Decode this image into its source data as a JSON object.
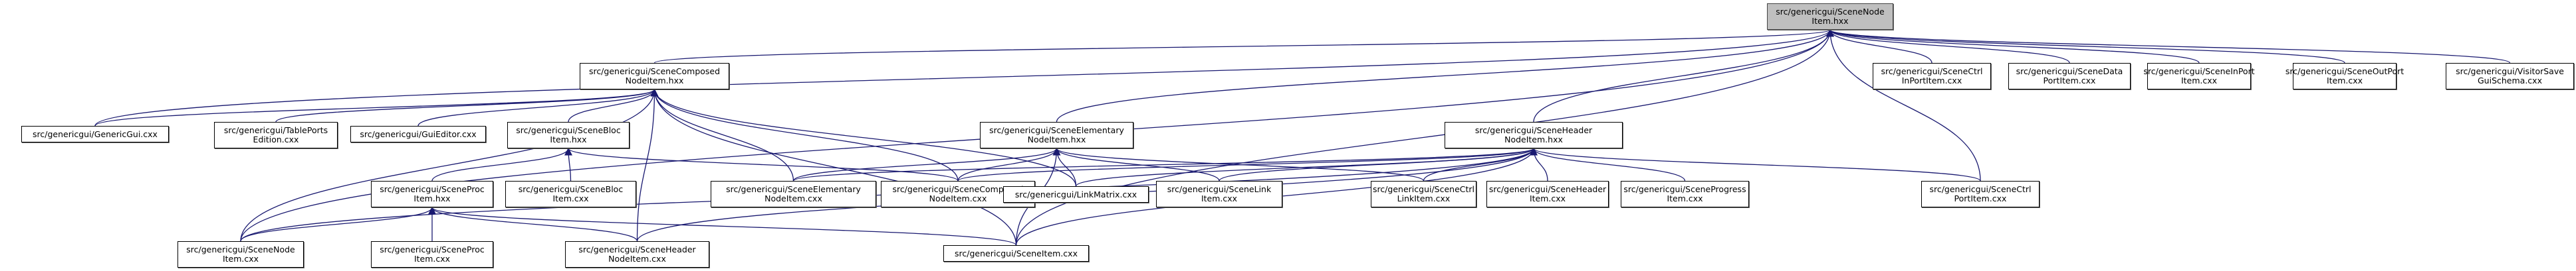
{
  "title": "Include dependency graph for src/genericgui/SceneNodeItem.hxx",
  "colors": {
    "edge": "#191970",
    "root_fill": "#bfbfbf",
    "node_fill": "#ffffff",
    "border": "#000000"
  },
  "nodes": [
    {
      "id": "root",
      "label": "src/genericgui/SceneNode\nItem.hxx",
      "root": true
    },
    {
      "id": "composed_hxx",
      "label": "src/genericgui/SceneComposed\nNodeItem.hxx"
    },
    {
      "id": "ctrlinport",
      "label": "src/genericgui/SceneCtrl\nInPortItem.cxx"
    },
    {
      "id": "dataport",
      "label": "src/genericgui/SceneData\nPortItem.cxx"
    },
    {
      "id": "inport",
      "label": "src/genericgui/SceneInPort\nItem.cxx"
    },
    {
      "id": "outport",
      "label": "src/genericgui/SceneOutPort\nItem.cxx"
    },
    {
      "id": "visitorsave",
      "label": "src/genericgui/VisitorSave\nGuiSchema.cxx"
    },
    {
      "id": "genericgui",
      "label": "src/genericgui/GenericGui.cxx"
    },
    {
      "id": "tableports",
      "label": "src/genericgui/TablePorts\nEdition.cxx"
    },
    {
      "id": "guieditor",
      "label": "src/genericgui/GuiEditor.cxx"
    },
    {
      "id": "bloc_hxx",
      "label": "src/genericgui/SceneBloc\nItem.hxx"
    },
    {
      "id": "elementary_hxx",
      "label": "src/genericgui/SceneElementary\nNodeItem.hxx"
    },
    {
      "id": "header_hxx",
      "label": "src/genericgui/SceneHeader\nNodeItem.hxx"
    },
    {
      "id": "proc_hxx",
      "label": "src/genericgui/SceneProc\nItem.hxx"
    },
    {
      "id": "bloc_cxx",
      "label": "src/genericgui/SceneBloc\nItem.cxx"
    },
    {
      "id": "elementary_cxx",
      "label": "src/genericgui/SceneElementary\nNodeItem.cxx"
    },
    {
      "id": "composed_cxx",
      "label": "src/genericgui/SceneComposed\nNodeItem.cxx"
    },
    {
      "id": "linkmatrix",
      "label": "src/genericgui/LinkMatrix.cxx"
    },
    {
      "id": "linkitem",
      "label": "src/genericgui/SceneLink\nItem.cxx"
    },
    {
      "id": "ctrllink",
      "label": "src/genericgui/SceneCtrl\nLinkItem.cxx"
    },
    {
      "id": "headeritem",
      "label": "src/genericgui/SceneHeader\nItem.cxx"
    },
    {
      "id": "progress",
      "label": "src/genericgui/SceneProgress\nItem.cxx"
    },
    {
      "id": "ctrlport",
      "label": "src/genericgui/SceneCtrl\nPortItem.cxx"
    },
    {
      "id": "nodeitem_cxx",
      "label": "src/genericgui/SceneNode\nItem.cxx"
    },
    {
      "id": "proc_cxx",
      "label": "src/genericgui/SceneProc\nItem.cxx"
    },
    {
      "id": "headernode_cxx",
      "label": "src/genericgui/SceneHeader\nNodeItem.cxx"
    },
    {
      "id": "sceneitem",
      "label": "src/genericgui/SceneItem.cxx"
    }
  ],
  "edges": [
    [
      "composed_hxx",
      "root"
    ],
    [
      "ctrlinport",
      "root"
    ],
    [
      "dataport",
      "root"
    ],
    [
      "inport",
      "root"
    ],
    [
      "outport",
      "root"
    ],
    [
      "visitorsave",
      "root"
    ],
    [
      "genericgui",
      "root"
    ],
    [
      "elementary_hxx",
      "root"
    ],
    [
      "header_hxx",
      "root"
    ],
    [
      "ctrlport",
      "root"
    ],
    [
      "sceneitem",
      "root"
    ],
    [
      "nodeitem_cxx",
      "root"
    ],
    [
      "genericgui",
      "composed_hxx"
    ],
    [
      "tableports",
      "composed_hxx"
    ],
    [
      "guieditor",
      "composed_hxx"
    ],
    [
      "bloc_hxx",
      "composed_hxx"
    ],
    [
      "nodeitem_cxx",
      "composed_hxx"
    ],
    [
      "headernode_cxx",
      "composed_hxx"
    ],
    [
      "sceneitem",
      "composed_hxx"
    ],
    [
      "elementary_cxx",
      "composed_hxx"
    ],
    [
      "composed_cxx",
      "composed_hxx"
    ],
    [
      "linkmatrix",
      "composed_hxx"
    ],
    [
      "proc_hxx",
      "bloc_hxx"
    ],
    [
      "bloc_cxx",
      "bloc_hxx"
    ],
    [
      "composed_cxx",
      "bloc_hxx"
    ],
    [
      "nodeitem_cxx",
      "proc_hxx"
    ],
    [
      "proc_cxx",
      "proc_hxx"
    ],
    [
      "headernode_cxx",
      "proc_hxx"
    ],
    [
      "sceneitem",
      "proc_hxx"
    ],
    [
      "elementary_cxx",
      "elementary_hxx"
    ],
    [
      "composed_cxx",
      "elementary_hxx"
    ],
    [
      "sceneitem",
      "elementary_hxx"
    ],
    [
      "linkmatrix",
      "elementary_hxx"
    ],
    [
      "linkitem",
      "elementary_hxx"
    ],
    [
      "ctrllink",
      "elementary_hxx"
    ],
    [
      "composed_cxx",
      "header_hxx"
    ],
    [
      "linkmatrix",
      "header_hxx"
    ],
    [
      "linkitem",
      "header_hxx"
    ],
    [
      "ctrllink",
      "header_hxx"
    ],
    [
      "headeritem",
      "header_hxx"
    ],
    [
      "progress",
      "header_hxx"
    ],
    [
      "ctrlport",
      "header_hxx"
    ],
    [
      "nodeitem_cxx",
      "header_hxx"
    ],
    [
      "headernode_cxx",
      "header_hxx"
    ],
    [
      "sceneitem",
      "header_hxx"
    ],
    [
      "elementary_cxx",
      "header_hxx"
    ]
  ]
}
